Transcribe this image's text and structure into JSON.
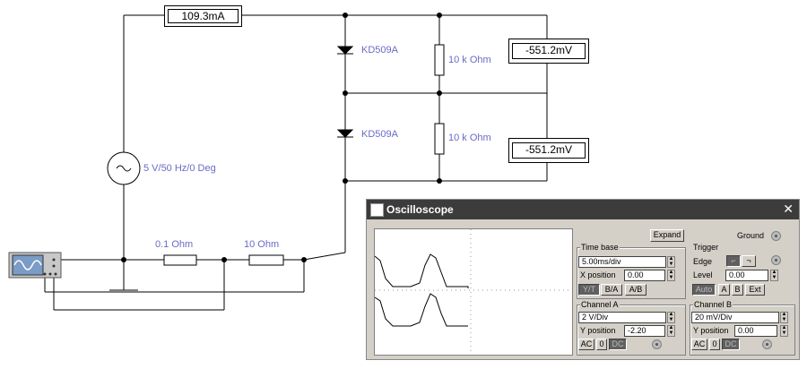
{
  "circuit": {
    "ammeter_value": "109.3mA",
    "voltmeter_top_value": "-551.2mV",
    "voltmeter_bottom_value": "-551.2mV",
    "diode_top_label": "KD509A",
    "diode_bottom_label": "KD509A",
    "resistor_top_label": "10 k Ohm",
    "resistor_bottom_label": "10 k Ohm",
    "source_label": "5 V/50 Hz/0 Deg",
    "r_shunt_label": "0.1  Ohm",
    "r_series_label": "10  Ohm"
  },
  "oscilloscope": {
    "title": "Oscilloscope",
    "expand_label": "Expand",
    "ground_label": "Ground",
    "timebase": {
      "title": "Time base",
      "value": "5.00ms/div",
      "xpos_label": "X position",
      "xpos_value": "0.00",
      "mode_yt": "Y/T",
      "mode_ba": "B/A",
      "mode_ab": "A/B"
    },
    "trigger": {
      "title": "Trigger",
      "edge_label": "Edge",
      "level_label": "Level",
      "level_value": "0.00",
      "auto": "Auto",
      "a": "A",
      "b": "B",
      "ext": "Ext"
    },
    "channel_a": {
      "title": "Channel A",
      "scale": "2  V/Div",
      "ypos_label": "Y position",
      "ypos_value": "-2.20",
      "ac": "AC",
      "zero": "0",
      "dc": "DC"
    },
    "channel_b": {
      "title": "Channel B",
      "scale": "20 mV/Div",
      "ypos_label": "Y position",
      "ypos_value": "0.00",
      "ac": "AC",
      "zero": "0",
      "dc": "DC"
    }
  }
}
